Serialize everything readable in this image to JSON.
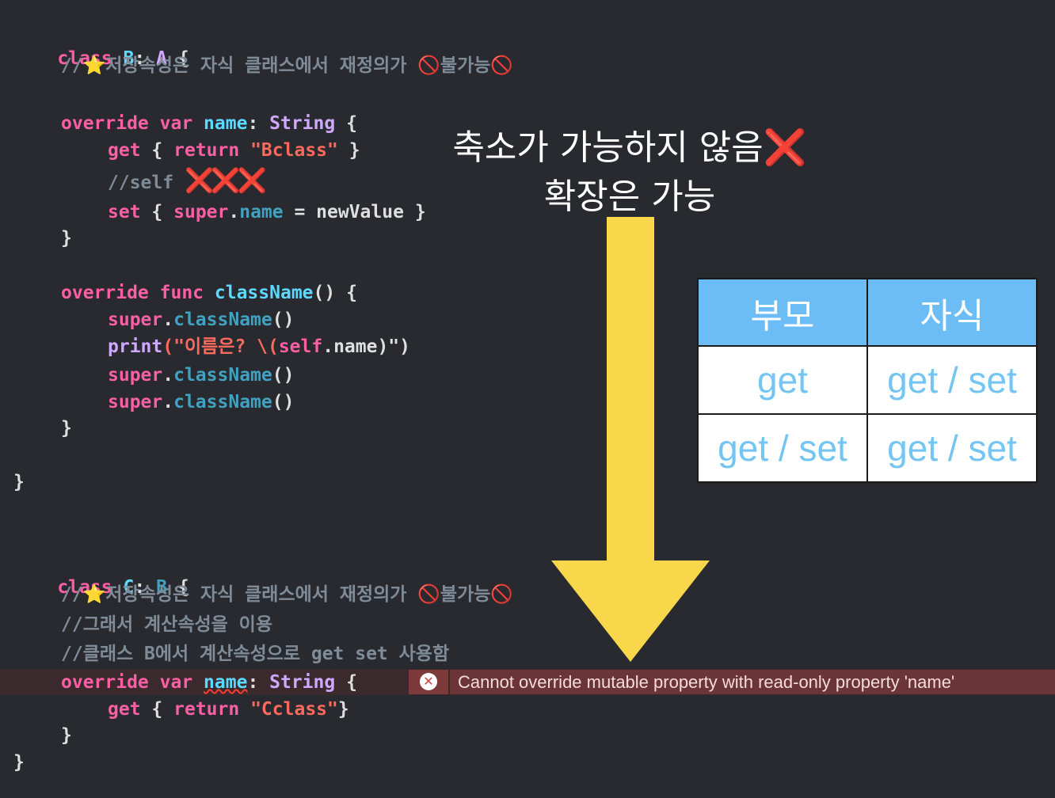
{
  "code": {
    "class_b_decl": [
      "class",
      " ",
      "B",
      ": ",
      "A",
      " {"
    ],
    "comment_stored_1": "//⭐️저장속성은 자식 클래스에서 재정의가 🚫불가능🚫",
    "override_kw": "override",
    "var_kw": "var",
    "name_id": "name",
    "string_type": "String",
    "get_kw": "get",
    "return_kw": "return",
    "bclass_str": "\"Bclass\"",
    "self_comment": "//self",
    "self_marks": "❌❌❌",
    "set_kw": "set",
    "super_kw": "super",
    "newvalue": "newValue",
    "func_kw": "func",
    "classname_id": "className",
    "print_fn": "print",
    "print_str_a": "(\"이름은? \\(",
    "self_kw": "self",
    "print_str_b": ".name)\")",
    "class_c_decl": [
      "class",
      " ",
      "C",
      ": ",
      "B",
      " {"
    ],
    "comment_stored_2": "//⭐️저장속성은 자식 클래스에서 재정의가 🚫불가능🚫",
    "comment_computed": "//그래서 계산속성을 이용",
    "comment_class_b": "//클래스 B에서 계산속성으로 get set 사용함",
    "cclass_str": "\"Cclass\"",
    "open_brace": "{",
    "close_brace": "}"
  },
  "error": {
    "icon": "x-circle-icon",
    "message": "Cannot override mutable property with read-only property 'name'"
  },
  "caption": {
    "line1": "축소가 가능하지 않음",
    "line1_mark": "❌",
    "line2": "확장은 가능"
  },
  "table": {
    "headers": [
      "부모",
      "자식"
    ],
    "rows": [
      [
        "get",
        "get / set"
      ],
      [
        "get / set",
        "get / set"
      ]
    ]
  },
  "colors": {
    "background": "#292a30",
    "keyword": "#fc5fa3",
    "type": "#d0a8ff",
    "string": "#fc6a5d",
    "comment": "#7f8c98",
    "arrow": "#f8d74a",
    "table_header": "#6cbdf5",
    "table_text": "#74c5f2"
  }
}
